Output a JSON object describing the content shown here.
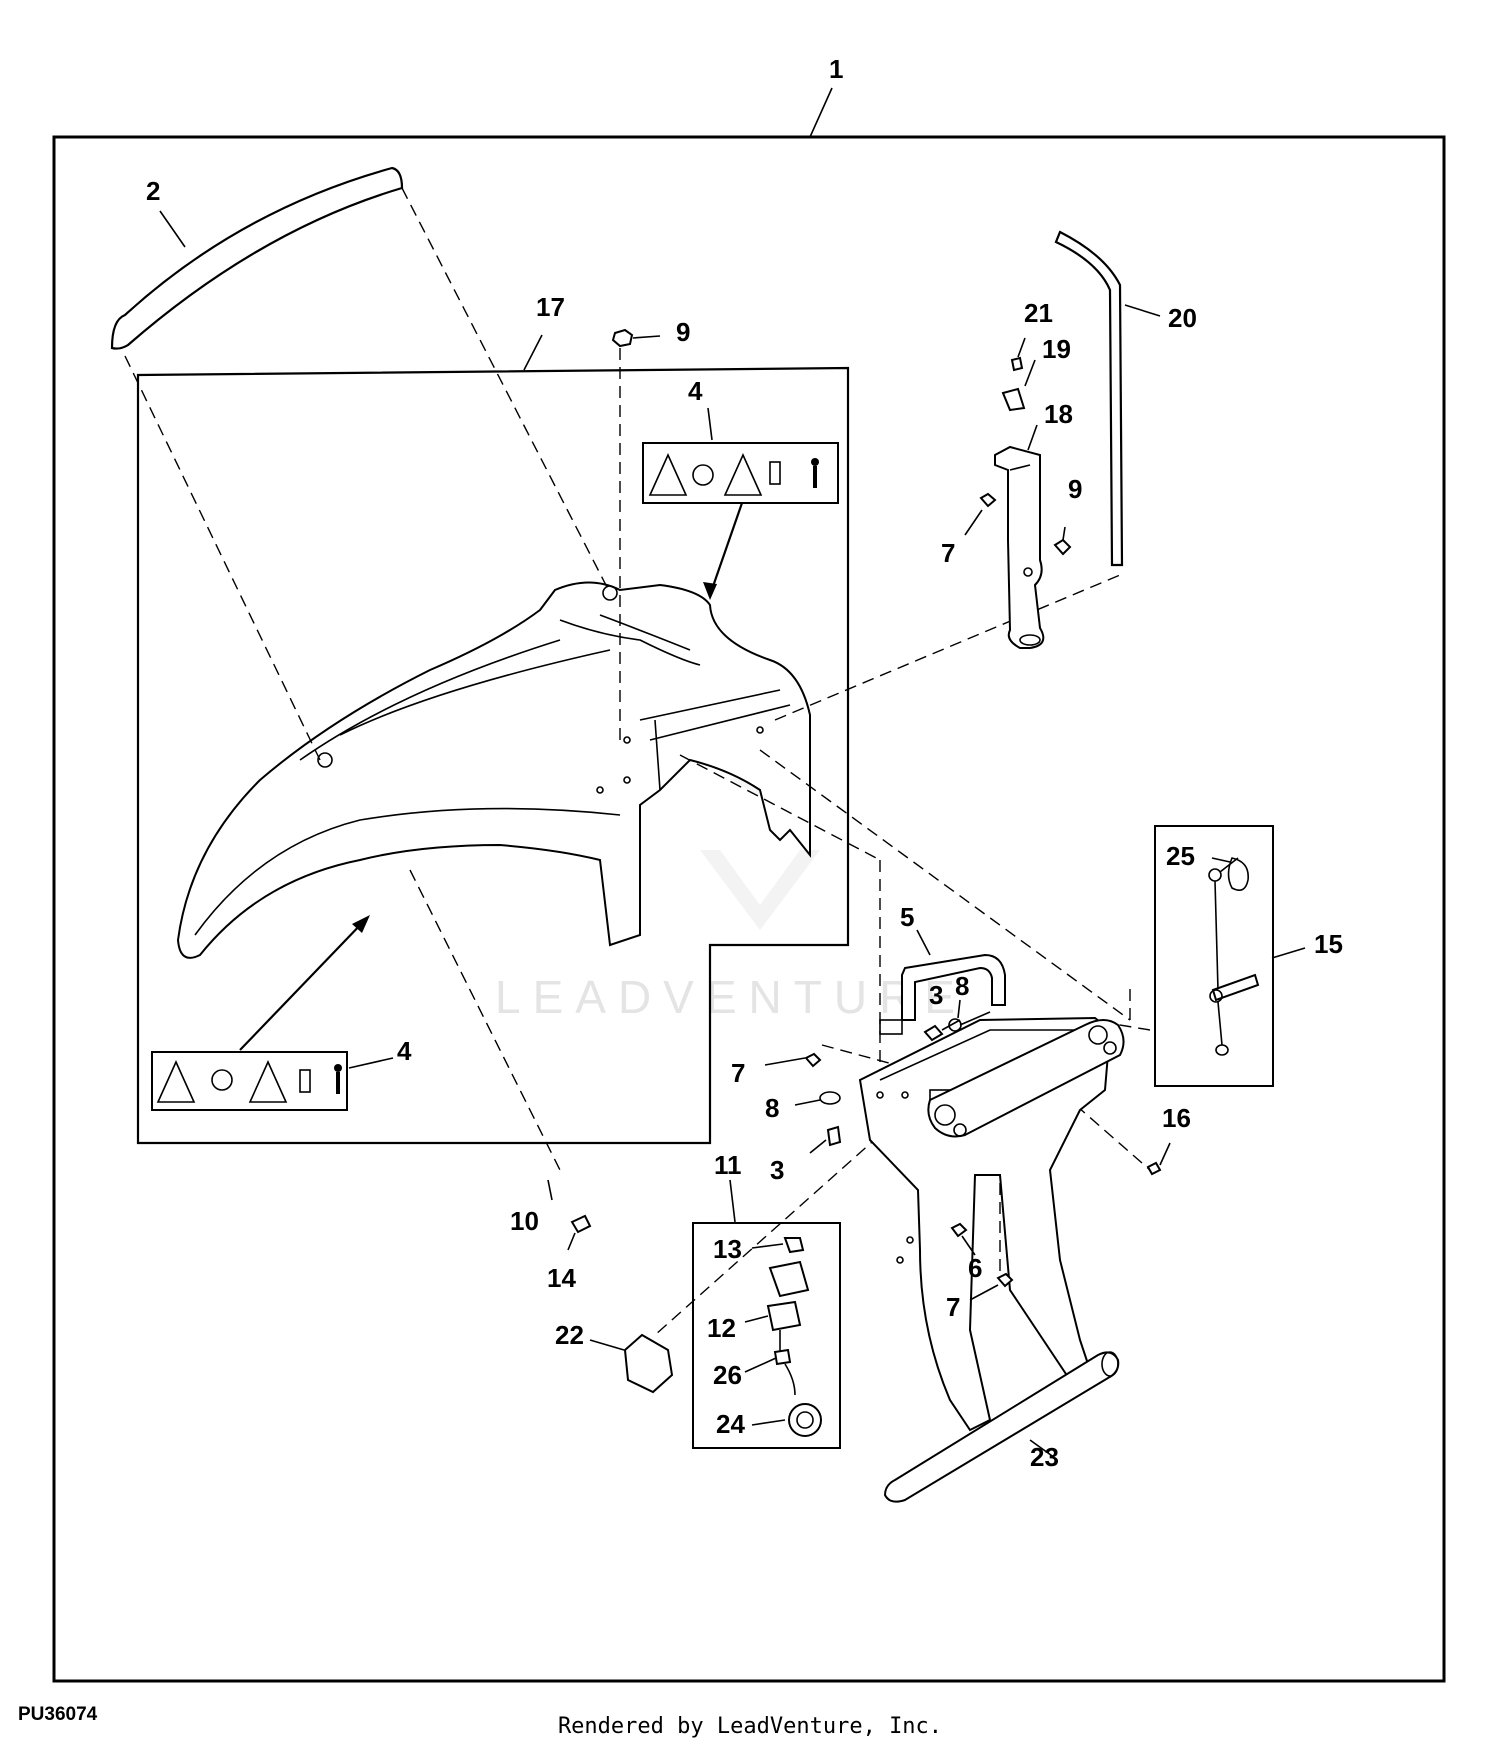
{
  "diagram_id": "PU36074",
  "footer_credit": "Rendered by LeadVenture, Inc.",
  "watermark": "LEADVENTURE",
  "callouts": [
    {
      "id": "c1",
      "label": "1"
    },
    {
      "id": "c2",
      "label": "2"
    },
    {
      "id": "c17",
      "label": "17"
    },
    {
      "id": "c9a",
      "label": "9"
    },
    {
      "id": "c4a",
      "label": "4"
    },
    {
      "id": "c4b",
      "label": "4"
    },
    {
      "id": "c10",
      "label": "10"
    },
    {
      "id": "c14",
      "label": "14"
    },
    {
      "id": "c21",
      "label": "21"
    },
    {
      "id": "c19",
      "label": "19"
    },
    {
      "id": "c18",
      "label": "18"
    },
    {
      "id": "c20",
      "label": "20"
    },
    {
      "id": "c9b",
      "label": "9"
    },
    {
      "id": "c7a",
      "label": "7"
    },
    {
      "id": "c25",
      "label": "25"
    },
    {
      "id": "c15",
      "label": "15"
    },
    {
      "id": "c5",
      "label": "5"
    },
    {
      "id": "c3a",
      "label": "3"
    },
    {
      "id": "c8a",
      "label": "8"
    },
    {
      "id": "c7b",
      "label": "7"
    },
    {
      "id": "c8b",
      "label": "8"
    },
    {
      "id": "c3b",
      "label": "3"
    },
    {
      "id": "c16",
      "label": "16"
    },
    {
      "id": "c11",
      "label": "11"
    },
    {
      "id": "c13",
      "label": "13"
    },
    {
      "id": "c12",
      "label": "12"
    },
    {
      "id": "c26",
      "label": "26"
    },
    {
      "id": "c24",
      "label": "24"
    },
    {
      "id": "c22",
      "label": "22"
    },
    {
      "id": "c6",
      "label": "6"
    },
    {
      "id": "c7c",
      "label": "7"
    },
    {
      "id": "c23",
      "label": "23"
    }
  ]
}
